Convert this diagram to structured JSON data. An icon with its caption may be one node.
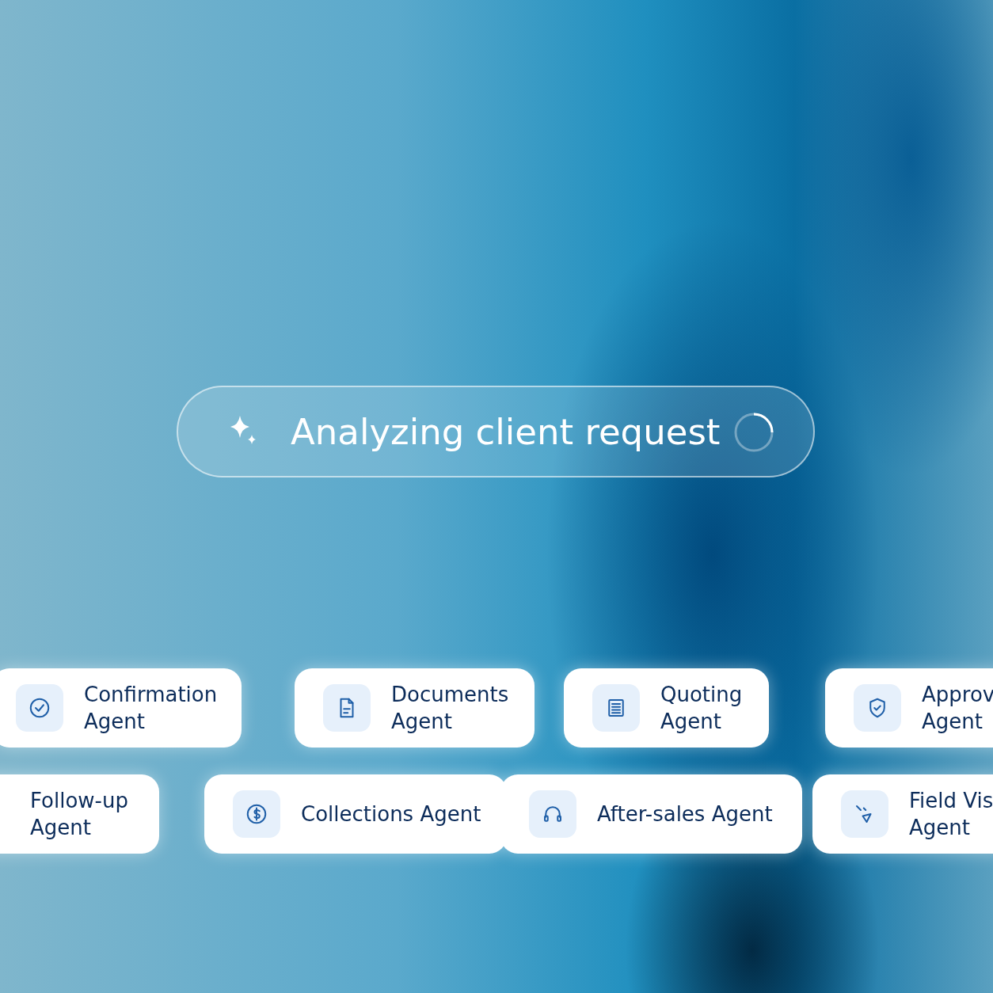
{
  "diagram": {
    "nodes": [
      {
        "text": [
          "Analyzing client request"
        ]
      },
      {
        "text": [
          "Confirmation Agent"
        ]
      },
      {
        "text": [
          "Documents Agent"
        ]
      },
      {
        "text": [
          "Quoting Agent"
        ]
      },
      {
        "text": [
          "Approv Agent"
        ]
      },
      {
        "text": [
          "Follow-up Agent"
        ]
      },
      {
        "text": [
          "Collections Agent"
        ]
      },
      {
        "text": [
          "After-sales Agent"
        ]
      },
      {
        "text": [
          "Field Vis Agent"
        ]
      }
    ]
  }
}
